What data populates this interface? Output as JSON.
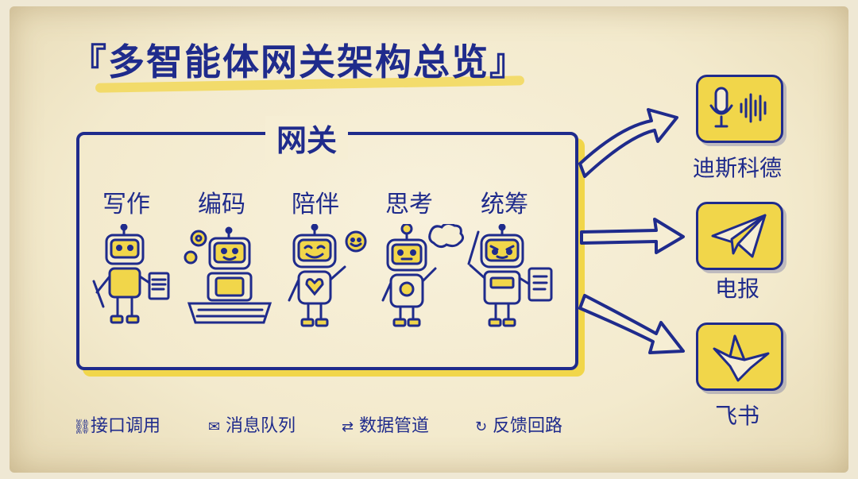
{
  "title": "『多智能体网关架构总览』",
  "gateway_label": "网关",
  "agents": [
    {
      "label": "写作"
    },
    {
      "label": "编码"
    },
    {
      "label": "陪伴"
    },
    {
      "label": "思考"
    },
    {
      "label": "统筹"
    }
  ],
  "channels": [
    {
      "label": "迪斯科德",
      "icon": "microphone-soundwave-icon"
    },
    {
      "label": "电报",
      "icon": "paper-plane-icon"
    },
    {
      "label": "飞书",
      "icon": "paper-crane-icon"
    }
  ],
  "legend": [
    {
      "label": "接口调用",
      "icon": "link-icon"
    },
    {
      "label": "消息队列",
      "icon": "envelope-icon"
    },
    {
      "label": "数据管道",
      "icon": "bidirectional-arrows-icon"
    },
    {
      "label": "反馈回路",
      "icon": "refresh-loop-icon"
    }
  ],
  "colors": {
    "ink": "#1f2b8c",
    "highlight": "#f1d64a",
    "paper": "#f3eacd"
  }
}
